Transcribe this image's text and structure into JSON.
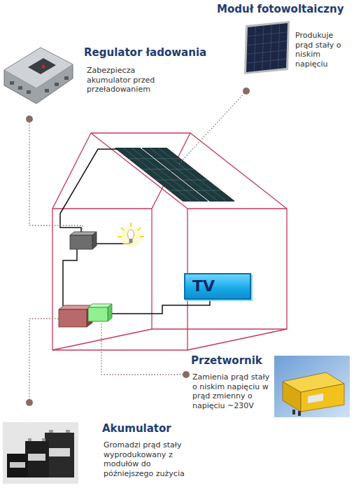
{
  "diagram": {
    "nodes": [
      {
        "text": [
          "Moduł fotowoltaiczny",
          "Produkuje prąd stały o niskim napięciu"
        ]
      },
      {
        "text": [
          "Regulator ładowania",
          "Zabezpiecza akumulator przed przeładowaniem"
        ]
      },
      {
        "text": [
          "TV"
        ]
      },
      {
        "text": [
          "Przetwornik",
          "Zamienia prąd stały o niskim napięciu w prąd zmienny o napięciu ~230V"
        ]
      },
      {
        "text": [
          "Akumulator",
          "Gromadzi prąd stały wyprodukowany z modułów do późniejszego zużycia"
        ]
      }
    ]
  }
}
